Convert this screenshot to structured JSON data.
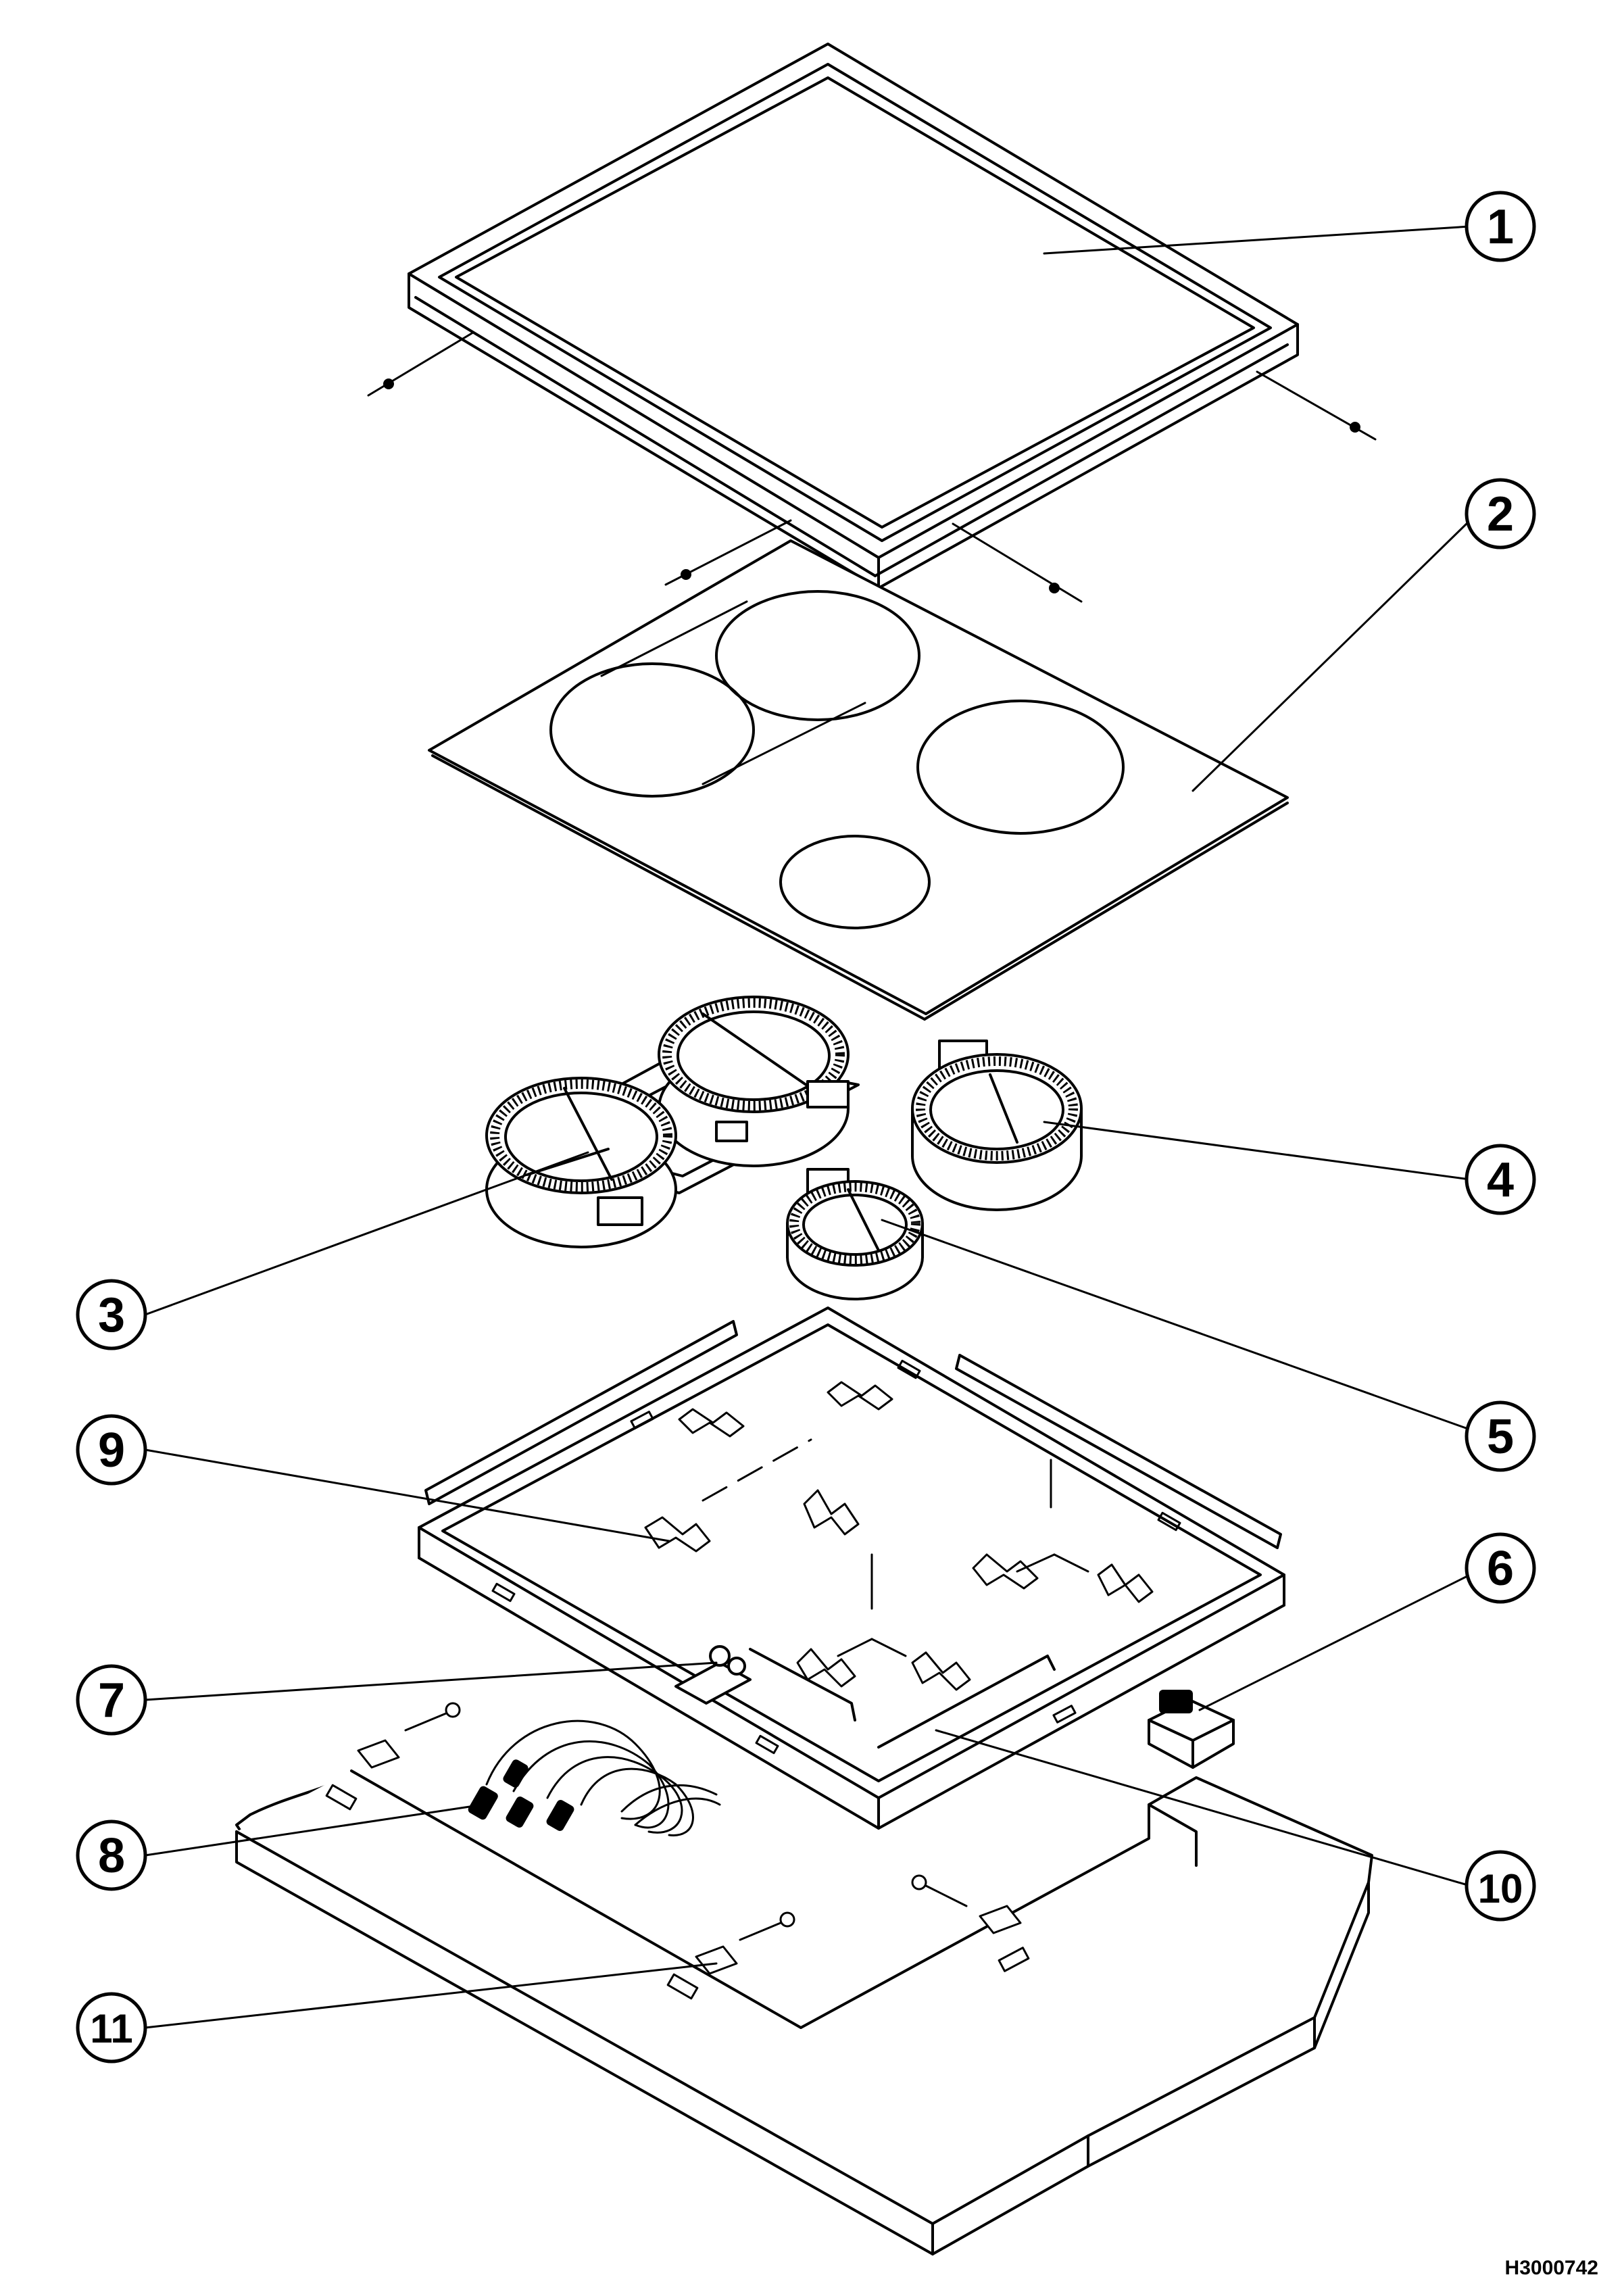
{
  "callouts": [
    {
      "id": "1",
      "label": "1"
    },
    {
      "id": "2",
      "label": "2"
    },
    {
      "id": "3",
      "label": "3"
    },
    {
      "id": "4",
      "label": "4"
    },
    {
      "id": "5",
      "label": "5"
    },
    {
      "id": "6",
      "label": "6"
    },
    {
      "id": "7",
      "label": "7"
    },
    {
      "id": "8",
      "label": "8"
    },
    {
      "id": "9",
      "label": "9"
    },
    {
      "id": "10",
      "label": "10"
    },
    {
      "id": "11",
      "label": "11"
    }
  ],
  "drawing_number": "H3000742",
  "colors": {
    "line": "#000000",
    "background": "#ffffff"
  }
}
